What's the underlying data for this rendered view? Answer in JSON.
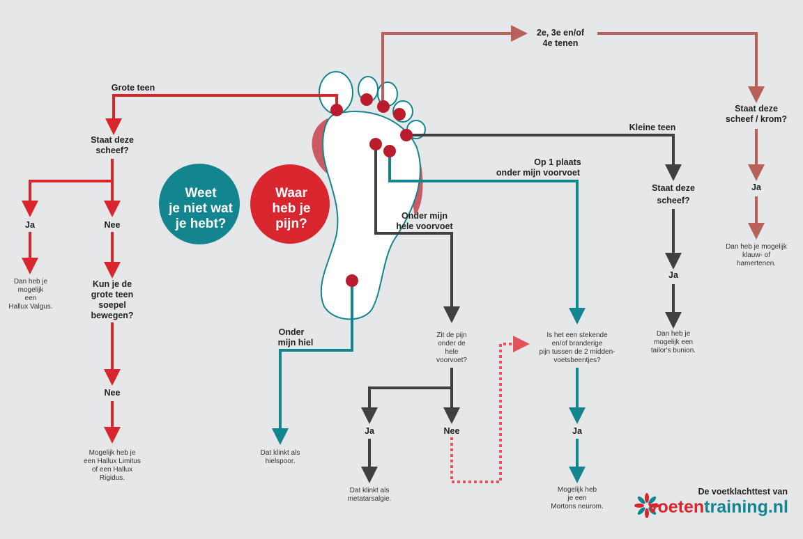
{
  "colors": {
    "background": "#e6e7e9",
    "red": "#d9262e",
    "teal": "#12858f",
    "dark": "#404040",
    "brown": "#b8605a",
    "dot": "#b91c2d"
  },
  "center": {
    "teal_circle": [
      "Weet",
      "je niet wat",
      "je hebt?"
    ],
    "red_circle": [
      "Waar",
      "heb je",
      "pijn?"
    ]
  },
  "big_toe": {
    "label": "Grote teen",
    "question": [
      "Staat deze",
      "scheef?"
    ],
    "yes": "Ja",
    "no": "Nee",
    "yes_result": [
      "Dan heb je",
      "mogelijk",
      "een",
      "Hallux Valgus."
    ],
    "question2": [
      "Kun je de",
      "grote teen",
      "soepel",
      "bewegen?"
    ],
    "no2": "Nee",
    "no_result": [
      "Mogelijk heb je",
      "een Hallux Limitus",
      "of een Hallux",
      "Rigidus."
    ]
  },
  "toes": {
    "label": [
      "2e, 3e en/of",
      "4e tenen"
    ],
    "question": [
      "Staat deze",
      "scheef / krom?"
    ],
    "yes": "Ja",
    "result": [
      "Dan heb je mogelijk",
      "klauw- of",
      "hamertenen."
    ]
  },
  "small_toe": {
    "label": "Kleine teen",
    "question": [
      "Staat deze",
      "scheef?"
    ],
    "yes": "Ja",
    "result": [
      "Dan heb je",
      "mogelijk een",
      "tailor's bunion."
    ]
  },
  "forefoot": {
    "label": [
      "Onder mijn",
      "hele voorvoet"
    ],
    "question": [
      "Zit de pijn",
      "onder de",
      "hele",
      "voorvoet?"
    ],
    "yes": "Ja",
    "no": "Nee",
    "yes_result": [
      "Dat klinkt als",
      "metatarsalgie."
    ]
  },
  "one_spot": {
    "label": [
      "Op 1 plaats",
      "onder mijn voorvoet"
    ],
    "question": [
      "Is het een stekende",
      "en/of branderige",
      "pijn tussen de 2 midden-",
      "voetsbeentjes?"
    ],
    "yes": "Ja",
    "result": [
      "Mogelijk heb",
      "je een",
      "Mortons neurom."
    ]
  },
  "heel": {
    "label": [
      "Onder",
      "mijn hiel"
    ],
    "result": [
      "Dat klinkt als",
      "hielspoor."
    ]
  },
  "brand": {
    "tagline": "De voetklachttest van",
    "logo_part1": "voeten",
    "logo_part2": "training.nl"
  }
}
